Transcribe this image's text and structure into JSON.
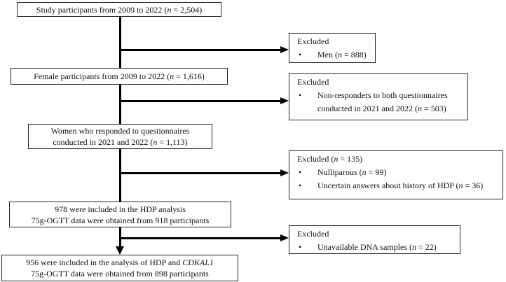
{
  "diagram": {
    "type": "participant-flow-diagram",
    "bullet": "•",
    "colors": {
      "line": "#000000",
      "border": "#262626",
      "bg": "#ffffff",
      "text": "#111111"
    },
    "main_boxes": [
      {
        "name": "study-participants",
        "lines": [
          [
            {
              "text": "Study participants from 2009 to 2022 ("
            },
            {
              "text": "n",
              "italic": true
            },
            {
              "text": " = 2,504)"
            }
          ]
        ]
      },
      {
        "name": "female-participants",
        "lines": [
          [
            {
              "text": "Female participants from 2009 to 2022 ("
            },
            {
              "text": "n",
              "italic": true
            },
            {
              "text": " = 1,616)"
            }
          ]
        ]
      },
      {
        "name": "women-responded-questionnaires",
        "lines": [
          [
            {
              "text": "Women who responded to questionnaires"
            }
          ],
          [
            {
              "text": "conducted in 2021 and 2022 ("
            },
            {
              "text": "n",
              "italic": true
            },
            {
              "text": " = 1,113)"
            }
          ]
        ]
      },
      {
        "name": "hdp-analysis",
        "lines": [
          [
            {
              "text": "978 were included in the HDP analysis"
            }
          ],
          [
            {
              "text": "75g-OGTT data were obtained from 918 participants"
            }
          ]
        ]
      },
      {
        "name": "hdp-cdkal1-analysis",
        "lines": [
          [
            {
              "text": "956 were included in the analysis of HDP and "
            },
            {
              "text": "CDKAL1",
              "italic": true
            }
          ],
          [
            {
              "text": "75g-OGTT data were obtained from 898 participants"
            }
          ]
        ]
      }
    ],
    "excluded_boxes": [
      {
        "name": "excluded-men",
        "header": [
          {
            "text": "Excluded"
          }
        ],
        "bullets": [
          {
            "lines": [
              [
                {
                  "text": "Men ("
                },
                {
                  "text": "n",
                  "italic": true
                },
                {
                  "text": " = 888)"
                }
              ]
            ]
          }
        ]
      },
      {
        "name": "excluded-non-responders",
        "header": [
          {
            "text": "Excluded"
          }
        ],
        "bullets": [
          {
            "lines": [
              [
                {
                  "text": "Non-responders to both questionnaires"
                }
              ],
              [
                {
                  "text": "conducted in 2021 and 2022 ("
                },
                {
                  "text": "n",
                  "italic": true
                },
                {
                  "text": " = 503)"
                }
              ]
            ]
          }
        ]
      },
      {
        "name": "excluded-n135",
        "header": [
          {
            "text": "Excluded ("
          },
          {
            "text": "n",
            "italic": true
          },
          {
            "text": " = 135)"
          }
        ],
        "bullets": [
          {
            "lines": [
              [
                {
                  "text": "Nulliparous ("
                },
                {
                  "text": "n",
                  "italic": true
                },
                {
                  "text": " = 99)"
                }
              ]
            ]
          },
          {
            "lines": [
              [
                {
                  "text": "Uncertain answers about history of HDP ("
                },
                {
                  "text": "n",
                  "italic": true
                },
                {
                  "text": " = 36)"
                }
              ]
            ]
          }
        ]
      },
      {
        "name": "excluded-dna-unavailable",
        "header": [
          {
            "text": "Excluded"
          }
        ],
        "bullets": [
          {
            "lines": [
              [
                {
                  "text": "Unavailable DNA samples ("
                },
                {
                  "text": "n",
                  "italic": true
                },
                {
                  "text": " = 22)"
                }
              ]
            ]
          }
        ]
      }
    ]
  }
}
